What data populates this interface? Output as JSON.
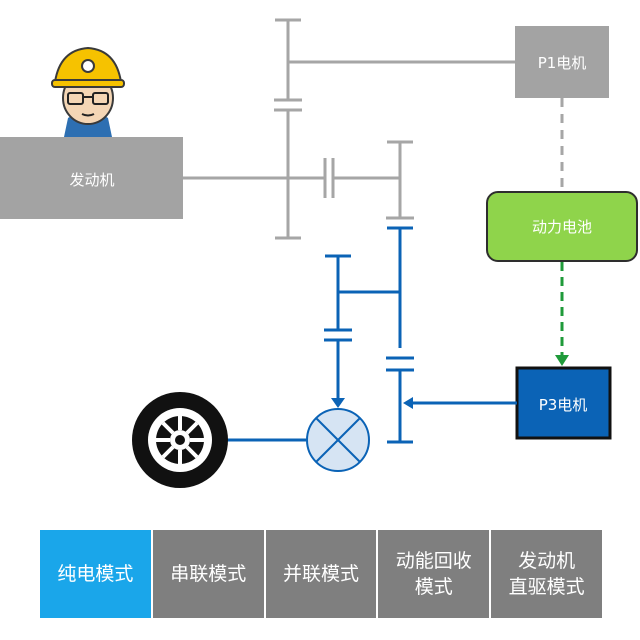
{
  "diagram": {
    "engine_label": "发动机",
    "p1_motor_label": "P1电机",
    "battery_label": "动力电池",
    "p3_motor_label": "P3电机"
  },
  "modes": {
    "active_index": 0,
    "tabs": [
      {
        "line1": "纯电模式",
        "line2": ""
      },
      {
        "line1": "串联模式",
        "line2": ""
      },
      {
        "line1": "并联模式",
        "line2": ""
      },
      {
        "line1": "动能回收",
        "line2": "模式"
      },
      {
        "line1": "发动机",
        "line2": "直驱模式"
      }
    ]
  },
  "colors": {
    "gray": "#a6a6a6",
    "box_gray": "#a3a3a3",
    "blue": "#0b63b6",
    "battery_green": "#8fd44b",
    "dashed_green": "#1f9a3a",
    "tab_active": "#1aa6ea",
    "tab_inactive": "#7f7f7f"
  },
  "icons": [
    "worker-avatar-icon",
    "wheel-icon",
    "differential-icon"
  ]
}
